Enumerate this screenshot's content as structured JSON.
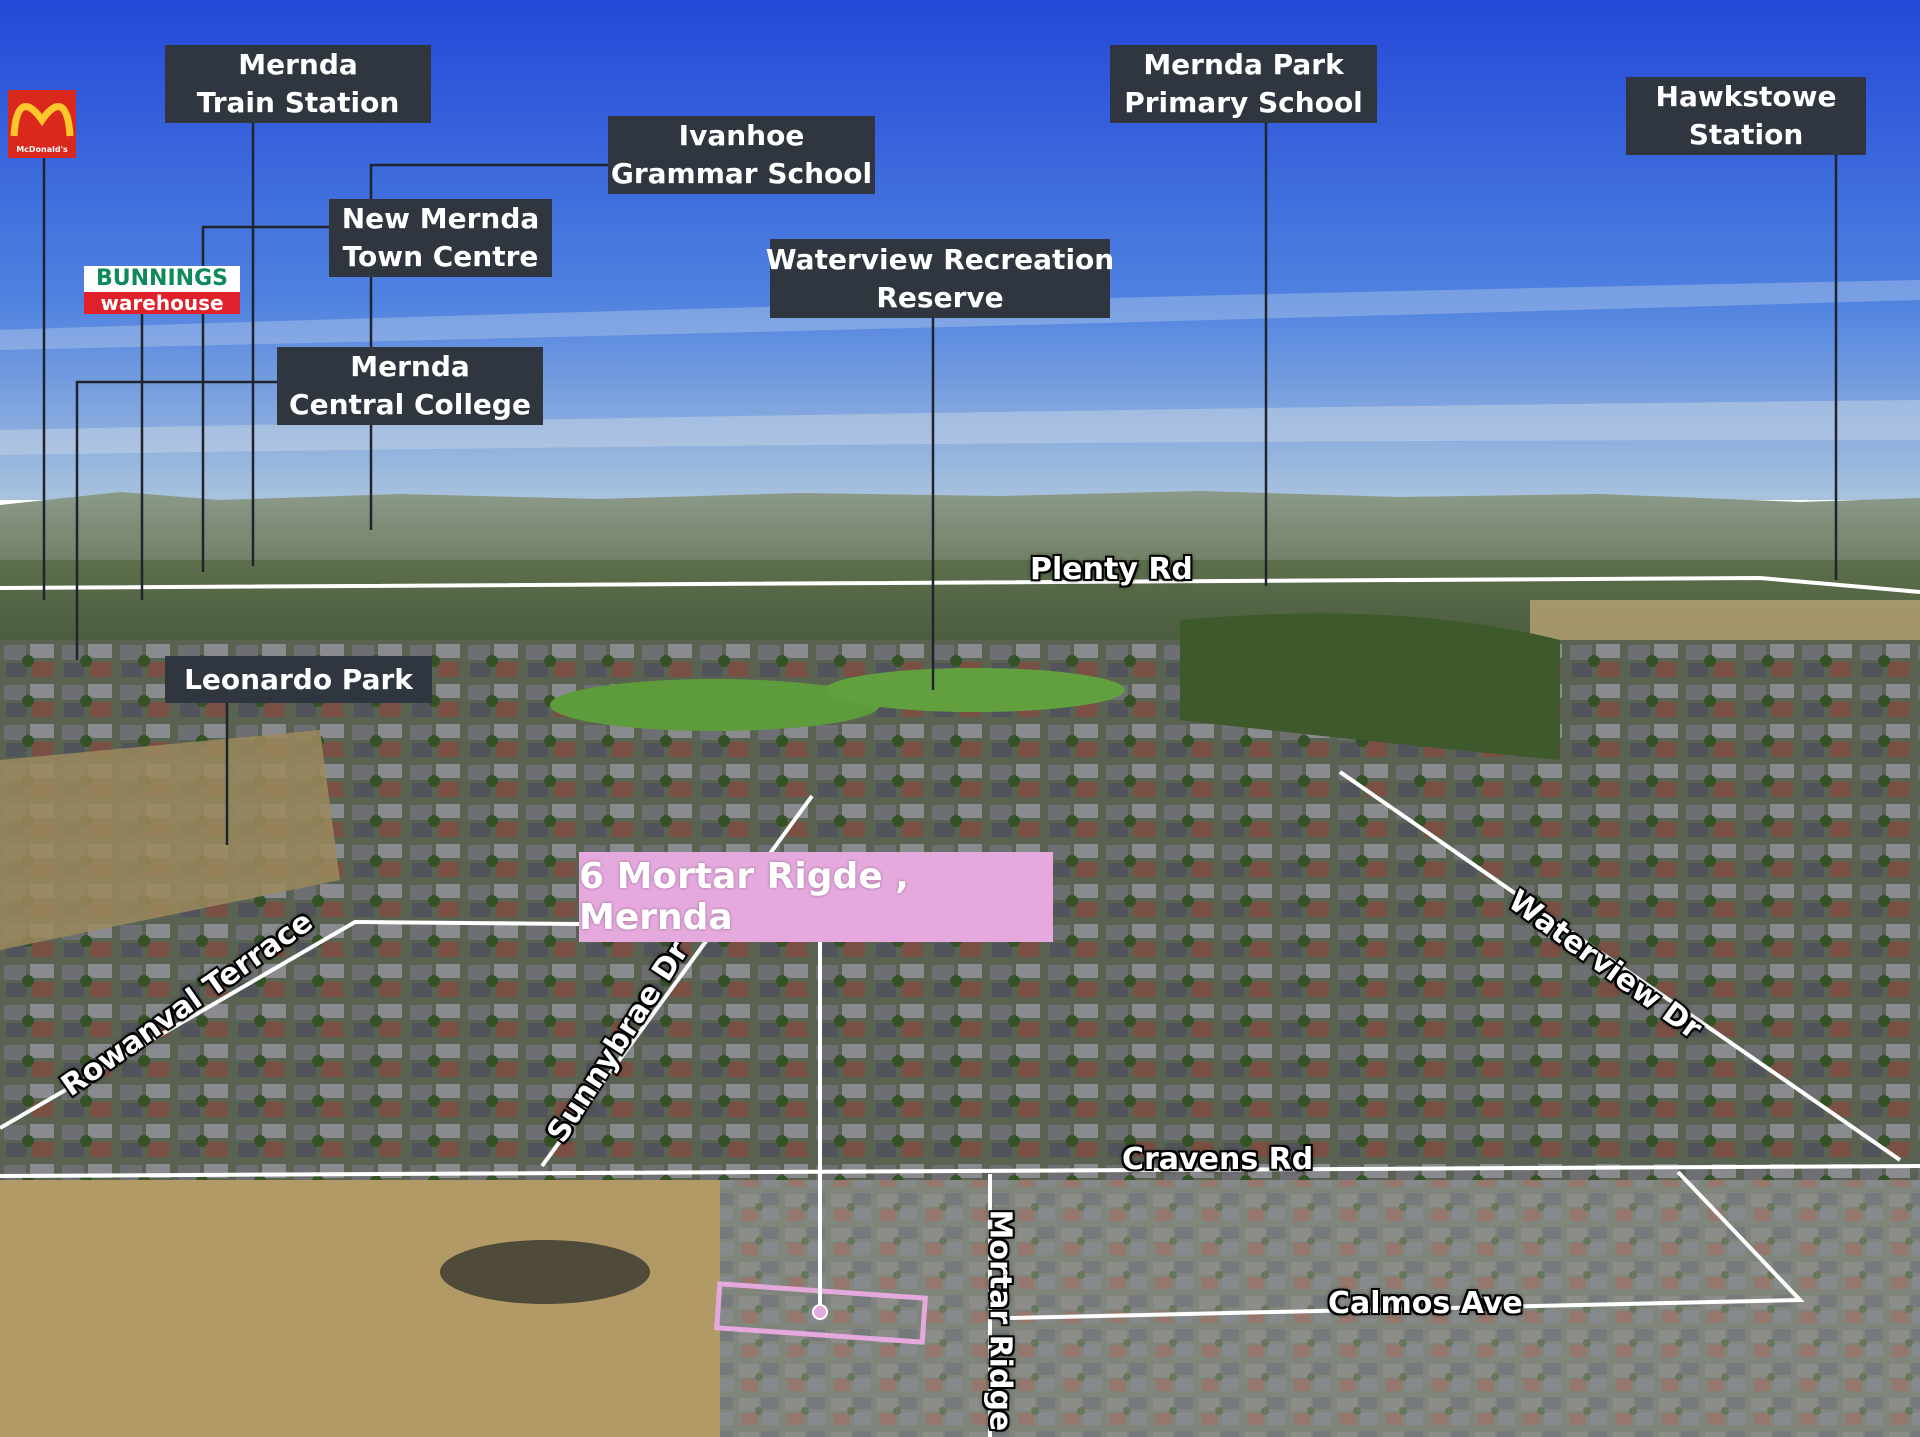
{
  "property": {
    "address": "6 Mortar Rigde , Mernda"
  },
  "landmarks": [
    {
      "id": "mernda-train-station",
      "lines": [
        "Mernda",
        "Train Station"
      ]
    },
    {
      "id": "mernda-park-primary-school",
      "lines": [
        "Mernda Park",
        "Primary School"
      ]
    },
    {
      "id": "hawkstowe-station",
      "lines": [
        "Hawkstowe",
        "Station"
      ]
    },
    {
      "id": "ivanhoe-grammar-school",
      "lines": [
        "Ivanhoe",
        "Grammar School"
      ]
    },
    {
      "id": "new-mernda-town-centre",
      "lines": [
        "New Mernda",
        "Town Centre"
      ]
    },
    {
      "id": "waterview-recreation-reserve",
      "lines": [
        "Waterview Recreation",
        "Reserve"
      ]
    },
    {
      "id": "mernda-central-college",
      "lines": [
        "Mernda",
        "Central College"
      ]
    },
    {
      "id": "leonardo-park",
      "lines": [
        "Leonardo Park"
      ]
    }
  ],
  "roads": [
    {
      "id": "plenty-rd",
      "name": "Plenty Rd"
    },
    {
      "id": "cravens-rd",
      "name": "Cravens Rd"
    },
    {
      "id": "calmos-ave",
      "name": "Calmos Ave"
    },
    {
      "id": "mortar-ridge",
      "name": "Mortar Ridge"
    },
    {
      "id": "sunnybrae-dr",
      "name": "Sunnybrae Dr"
    },
    {
      "id": "rowanval-terrace",
      "name": "Rowanval Terrace"
    },
    {
      "id": "waterview-dr",
      "name": "Waterview Dr"
    }
  ],
  "logos": {
    "mcdonalds": "McDonald's",
    "bunnings_top": "BUNNINGS",
    "bunnings_bottom": "warehouse"
  },
  "colors": {
    "label_bg": "#2f3640",
    "property_highlight": "#e6a9de",
    "mcdonalds_red": "#da291c",
    "mcdonalds_yellow": "#ffc72c",
    "bunnings_green": "#0d8a5a",
    "bunnings_red": "#e0202a"
  }
}
